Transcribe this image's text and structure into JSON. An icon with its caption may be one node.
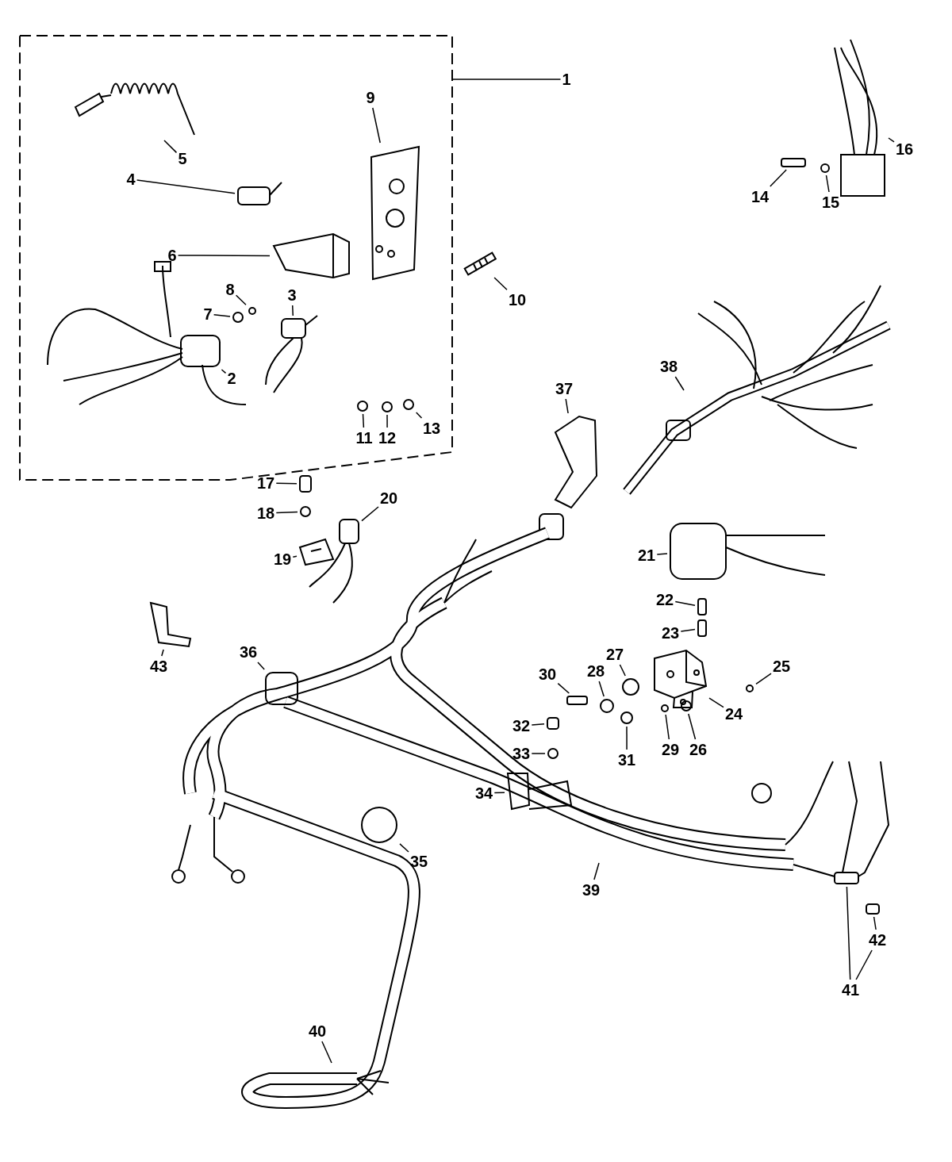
{
  "diagram": {
    "nodes": [
      {
        "text": [],
        "shape": "box"
      },
      {
        "text": [
          "1"
        ]
      },
      {
        "text": [
          "2"
        ],
        "in": 0
      },
      {
        "text": [
          "3"
        ],
        "in": 0
      },
      {
        "text": [
          "4"
        ],
        "in": 0
      },
      {
        "text": [
          "5"
        ],
        "in": 0
      },
      {
        "text": [
          "6"
        ],
        "in": 0
      },
      {
        "text": [
          "7"
        ],
        "in": 0
      },
      {
        "text": [
          "8"
        ],
        "in": 0
      },
      {
        "text": [
          "9"
        ],
        "in": 0
      },
      {
        "text": [
          "10"
        ]
      },
      {
        "text": [
          "11"
        ],
        "in": 0
      },
      {
        "text": [
          "12"
        ],
        "in": 0
      },
      {
        "text": [
          "13"
        ],
        "in": 0
      },
      {
        "text": [
          "14"
        ]
      },
      {
        "text": [
          "15"
        ]
      },
      {
        "text": [
          "16"
        ]
      },
      {
        "text": [
          "17"
        ]
      },
      {
        "text": [
          "18"
        ]
      },
      {
        "text": [
          "19"
        ]
      },
      {
        "text": [
          "20"
        ]
      },
      {
        "text": [
          "21"
        ]
      },
      {
        "text": [
          "22"
        ]
      },
      {
        "text": [
          "23"
        ]
      },
      {
        "text": [
          "24"
        ]
      },
      {
        "text": [
          "25"
        ]
      },
      {
        "text": [
          "26"
        ]
      },
      {
        "text": [
          "27"
        ]
      },
      {
        "text": [
          "28"
        ]
      },
      {
        "text": [
          "29"
        ]
      },
      {
        "text": [
          "30"
        ]
      },
      {
        "text": [
          "31"
        ]
      },
      {
        "text": [
          "32"
        ]
      },
      {
        "text": [
          "33"
        ]
      },
      {
        "text": [
          "34"
        ]
      },
      {
        "text": [
          "35"
        ]
      },
      {
        "text": [
          "36"
        ]
      },
      {
        "text": [
          "37"
        ]
      },
      {
        "text": [
          "38"
        ]
      },
      {
        "text": [
          "39"
        ]
      },
      {
        "text": [
          "40"
        ]
      },
      {
        "text": [
          "41"
        ]
      },
      {
        "text": [
          "42"
        ]
      },
      {
        "text": [
          "43"
        ]
      },
      {
        "text": [],
        "shape": "box",
        "in": 0
      },
      {
        "text": [],
        "shape": "box",
        "in": 0
      },
      {
        "text": [],
        "shape": "box",
        "in": 0
      },
      {
        "text": [],
        "shape": "picture",
        "in": 0
      },
      {
        "text": [],
        "shape": "picture",
        "in": 0
      },
      {
        "text": [],
        "shape": "circle",
        "in": 0
      },
      {
        "text": [],
        "shape": "circle",
        "in": 0
      },
      {
        "text": [],
        "shape": "picture",
        "in": 0
      },
      {
        "text": [],
        "shape": "picture"
      },
      {
        "text": [],
        "shape": "circle",
        "in": 0
      },
      {
        "text": [],
        "shape": "circle",
        "in": 0
      },
      {
        "text": [],
        "shape": "circle",
        "in": 0
      },
      {
        "text": [],
        "shape": "box"
      },
      {
        "text": [],
        "shape": "circle"
      },
      {
        "text": [],
        "shape": "picture"
      },
      {
        "text": [],
        "shape": "box"
      },
      {
        "text": [],
        "shape": "circle"
      },
      {
        "text": [],
        "shape": "picture"
      },
      {
        "text": [],
        "shape": "box"
      },
      {
        "text": [],
        "shape": "box"
      },
      {
        "text": [],
        "shape": "box"
      },
      {
        "text": [],
        "shape": "box"
      },
      {
        "text": [],
        "shape": "picture"
      },
      {
        "text": [],
        "shape": "circle"
      },
      {
        "text": [],
        "shape": "circle"
      },
      {
        "text": [],
        "shape": "circle"
      },
      {
        "text": [],
        "shape": "circle"
      },
      {
        "text": [],
        "shape": "circle"
      },
      {
        "text": [],
        "shape": "box"
      },
      {
        "text": [],
        "shape": "circle"
      },
      {
        "text": [],
        "shape": "box"
      },
      {
        "text": [],
        "shape": "circle"
      },
      {
        "text": [],
        "shape": "picture"
      },
      {
        "text": [],
        "shape": "circle"
      },
      {
        "text": [],
        "shape": "box"
      },
      {
        "text": [],
        "shape": "picture"
      },
      {
        "text": [],
        "shape": "box"
      },
      {
        "text": [],
        "shape": "box"
      },
      {
        "text": [],
        "shape": "picture"
      }
    ],
    "edges": [
      {
        "from": 1,
        "to": 0,
        "arrow": "none"
      },
      {
        "from": 2,
        "to": 44,
        "arrow": "none"
      },
      {
        "from": 3,
        "to": 45,
        "arrow": "none"
      },
      {
        "from": 4,
        "to": 46,
        "arrow": "none"
      },
      {
        "from": 5,
        "to": 47,
        "arrow": "none"
      },
      {
        "from": 6,
        "to": 48,
        "arrow": "none"
      },
      {
        "from": 7,
        "to": 49,
        "arrow": "none"
      },
      {
        "from": 8,
        "to": 50,
        "arrow": "none"
      },
      {
        "from": 9,
        "to": 51,
        "arrow": "none"
      },
      {
        "from": 10,
        "to": 52,
        "arrow": "none"
      },
      {
        "from": 11,
        "to": 53,
        "arrow": "none"
      },
      {
        "from": 12,
        "to": 54,
        "arrow": "none"
      },
      {
        "from": 13,
        "to": 55,
        "arrow": "none"
      },
      {
        "from": 14,
        "to": 56,
        "arrow": "none"
      },
      {
        "from": 15,
        "to": 57,
        "arrow": "none"
      },
      {
        "from": 16,
        "to": 58,
        "arrow": "none"
      },
      {
        "from": 17,
        "to": 59,
        "arrow": "none"
      },
      {
        "from": 18,
        "to": 60,
        "arrow": "none"
      },
      {
        "from": 19,
        "to": 61,
        "arrow": "none"
      },
      {
        "from": 20,
        "to": 62,
        "arrow": "none"
      },
      {
        "from": 21,
        "to": 63,
        "arrow": "none"
      },
      {
        "from": 22,
        "to": 64,
        "arrow": "none"
      },
      {
        "from": 23,
        "to": 65,
        "arrow": "none"
      },
      {
        "from": 24,
        "to": 66,
        "arrow": "none"
      },
      {
        "from": 25,
        "to": 67,
        "arrow": "none"
      },
      {
        "from": 26,
        "to": 68,
        "arrow": "none"
      },
      {
        "from": 27,
        "to": 69,
        "arrow": "none"
      },
      {
        "from": 28,
        "to": 70,
        "arrow": "none"
      },
      {
        "from": 29,
        "to": 71,
        "arrow": "none"
      },
      {
        "from": 30,
        "to": 72,
        "arrow": "none"
      },
      {
        "from": 31,
        "to": 73,
        "arrow": "none"
      },
      {
        "from": 32,
        "to": 74,
        "arrow": "none"
      },
      {
        "from": 33,
        "to": 75,
        "arrow": "none"
      },
      {
        "from": 34,
        "to": 76,
        "arrow": "none"
      },
      {
        "from": 35,
        "to": 77,
        "arrow": "none"
      },
      {
        "from": 36,
        "to": 78,
        "arrow": "none"
      },
      {
        "from": 37,
        "to": 79,
        "arrow": "none"
      },
      {
        "from": 38,
        "to": null,
        "arrow": "none"
      },
      {
        "from": 39,
        "to": null,
        "arrow": "none"
      },
      {
        "from": 40,
        "to": null,
        "arrow": "none"
      },
      {
        "from": 41,
        "to": 80,
        "arrow": "none"
      },
      {
        "from": 41,
        "to": 42,
        "arrow": "none"
      },
      {
        "from": 42,
        "to": 81,
        "arrow": "none"
      },
      {
        "from": 43,
        "to": 82,
        "arrow": "none"
      }
    ]
  }
}
